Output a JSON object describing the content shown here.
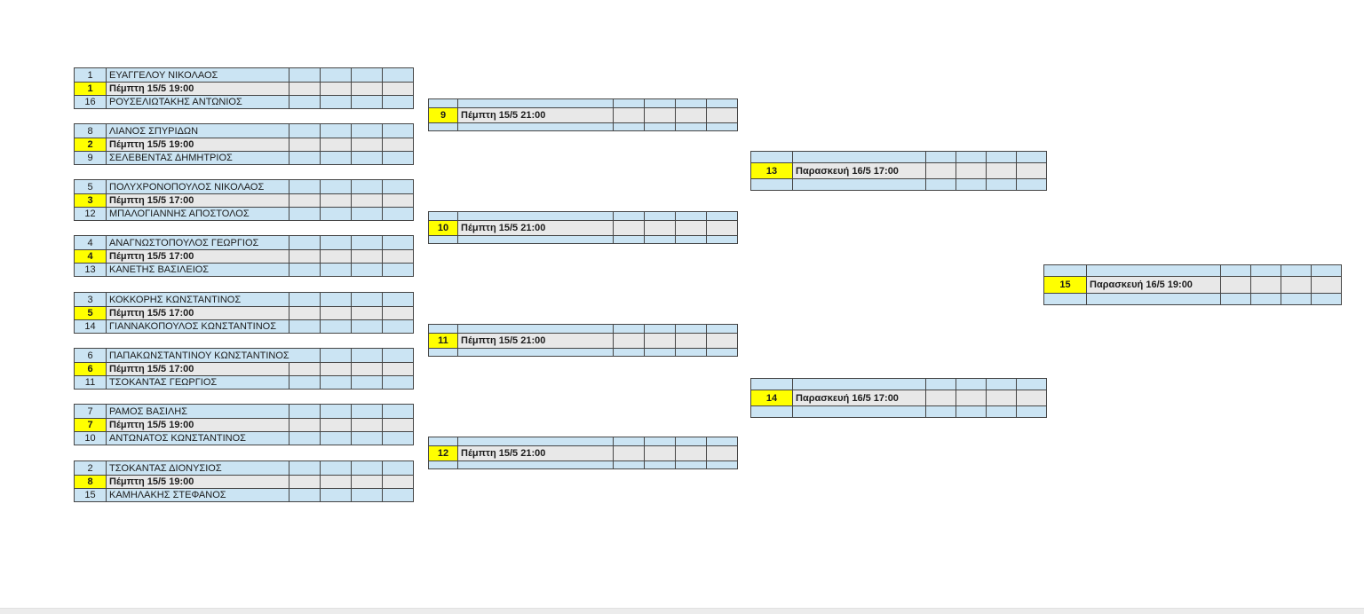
{
  "colors": {
    "cell_blue": "#cbe4f3",
    "cell_gray": "#e8e8e8",
    "highlight_yellow": "#ffff00",
    "grid_border": "#454545",
    "text": "#1c1c1c",
    "scrollbar_track": "#ececec"
  },
  "rounds": {
    "round1": [
      {
        "match_no": "1",
        "schedule": "Πέμπτη 15/5 19:00",
        "top_seed": "1",
        "top_player": "ΕΥΑΓΓΕΛΟΥ ΝΙΚΟΛΑΟΣ",
        "bottom_seed": "16",
        "bottom_player": "ΡΟΥΣΕΛΙΩΤΑΚΗΣ ΑΝΤΩΝΙΟΣ"
      },
      {
        "match_no": "2",
        "schedule": "Πέμπτη 15/5 19:00",
        "top_seed": "8",
        "top_player": "ΛΙΑΝΟΣ ΣΠΥΡΙΔΩΝ",
        "bottom_seed": "9",
        "bottom_player": "ΣΕΛΕΒΕΝΤΑΣ ΔΗΜΗΤΡΙΟΣ"
      },
      {
        "match_no": "3",
        "schedule": "Πέμπτη 15/5 17:00",
        "top_seed": "5",
        "top_player": "ΠΟΛΥΧΡΟΝΟΠΟΥΛΟΣ ΝΙΚΟΛΑΟΣ",
        "bottom_seed": "12",
        "bottom_player": "ΜΠΑΛΟΓΙΑΝΝΗΣ ΑΠΟΣΤΟΛΟΣ"
      },
      {
        "match_no": "4",
        "schedule": "Πέμπτη 15/5 17:00",
        "top_seed": "4",
        "top_player": "ΑΝΑΓΝΩΣΤΟΠΟΥΛΟΣ ΓΕΩΡΓΙΟΣ",
        "bottom_seed": "13",
        "bottom_player": "ΚΑΝΕΤΗΣ ΒΑΣΙΛΕΙΟΣ"
      },
      {
        "match_no": "5",
        "schedule": "Πέμπτη 15/5 17:00",
        "top_seed": "3",
        "top_player": "ΚΟΚΚΟΡΗΣ ΚΩΝΣΤΑΝΤΙΝΟΣ",
        "bottom_seed": "14",
        "bottom_player": "ΓΙΑΝΝΑΚΟΠΟΥΛΟΣ ΚΩΝΣΤΑΝΤΙΝΟΣ"
      },
      {
        "match_no": "6",
        "schedule": "Πέμπτη 15/5 17:00",
        "top_seed": "6",
        "top_player": "ΠΑΠΑΚΩΝΣΤΑΝΤΙΝΟΥ ΚΩΝΣΤΑΝΤΙΝΟΣ",
        "bottom_seed": "11",
        "bottom_player": "ΤΣΟΚΑΝΤΑΣ ΓΕΩΡΓΙΟΣ"
      },
      {
        "match_no": "7",
        "schedule": "Πέμπτη 15/5 19:00",
        "top_seed": "7",
        "top_player": "ΡΑΜΟΣ ΒΑΣΙΛΗΣ",
        "bottom_seed": "10",
        "bottom_player": "ΑΝΤΩΝΑΤΟΣ ΚΩΝΣΤΑΝΤΙΝΟΣ"
      },
      {
        "match_no": "8",
        "schedule": "Πέμπτη 15/5 19:00",
        "top_seed": "2",
        "top_player": "ΤΣΟΚΑΝΤΑΣ ΔΙΟΝΥΣΙΟΣ",
        "bottom_seed": "15",
        "bottom_player": "ΚΑΜΗΛΑΚΗΣ ΣΤΕΦΑΝΟΣ"
      }
    ],
    "round2": [
      {
        "match_no": "9",
        "schedule": "Πέμπτη 15/5 21:00"
      },
      {
        "match_no": "10",
        "schedule": "Πέμπτη 15/5 21:00"
      },
      {
        "match_no": "11",
        "schedule": "Πέμπτη 15/5 21:00"
      },
      {
        "match_no": "12",
        "schedule": "Πέμπτη 15/5 21:00"
      }
    ],
    "round3": [
      {
        "match_no": "13",
        "schedule": "Παρασκευή 16/5 17:00"
      },
      {
        "match_no": "14",
        "schedule": "Παρασκευή 16/5 17:00"
      }
    ],
    "final": [
      {
        "match_no": "15",
        "schedule": "Παρασκευή 16/5 19:00"
      }
    ]
  }
}
